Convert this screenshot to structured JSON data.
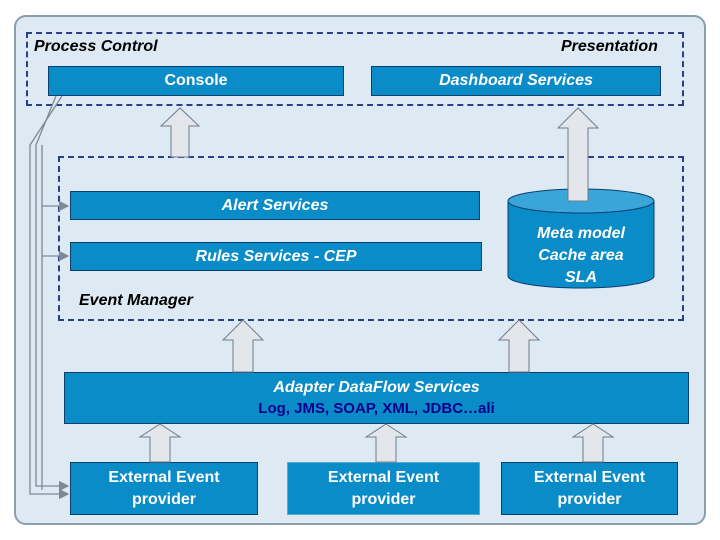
{
  "process_control": {
    "label": "Process Control"
  },
  "presentation": {
    "label": "Presentation"
  },
  "console": {
    "label": "Console"
  },
  "dashboard": {
    "label": "Dashboard Services"
  },
  "alert": {
    "label": "Alert Services"
  },
  "rules": {
    "label": "Rules Services - CEP"
  },
  "event_manager": {
    "label": "Event Manager"
  },
  "meta": {
    "lines": [
      "Meta model",
      "Cache area",
      "SLA"
    ]
  },
  "adapter": {
    "title": "Adapter DataFlow Services",
    "protocols": "Log, JMS, SOAP, XML, JDBC…ali"
  },
  "providers": [
    {
      "line1": "External Event",
      "line2": "provider"
    },
    {
      "line1": "External Event",
      "line2": "provider"
    },
    {
      "line1": "External Event",
      "line2": "provider"
    }
  ],
  "colors": {
    "box": "#0a8cc8",
    "panel": "#dde9f3",
    "dashed": "#2a3f8a",
    "arrow": "#e3e7ec",
    "cylinder": "#0a8cc8"
  }
}
